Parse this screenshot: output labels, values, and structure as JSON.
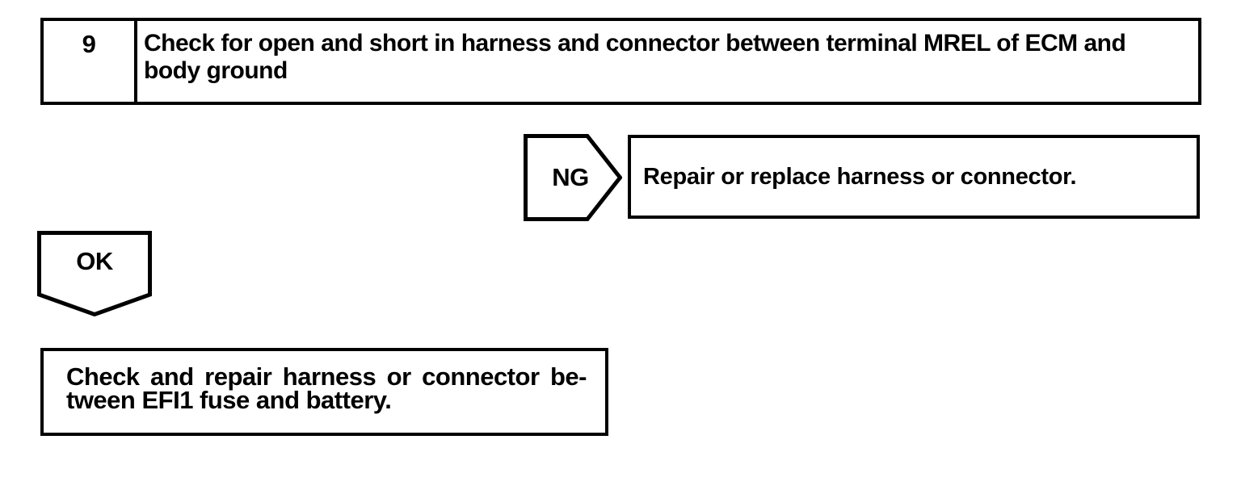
{
  "page": {
    "background_color": "#ffffff",
    "line_color": "#000000",
    "text_color": "#000000"
  },
  "step": {
    "number": "9",
    "title": "Check for open and short in harness and connector between terminal MREL of ECM and body ground"
  },
  "ng_branch": {
    "label": "NG",
    "result": "Repair or replace harness or connector."
  },
  "ok_branch": {
    "label": "OK",
    "result_lines": [
      "Check and repair harness or connector be-",
      "tween EFI1 fuse and battery."
    ]
  }
}
